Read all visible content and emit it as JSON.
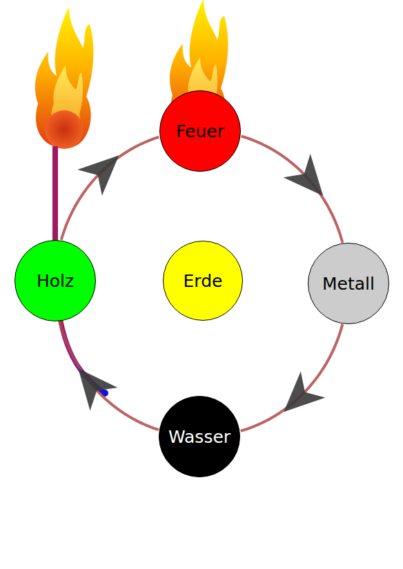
{
  "diagram": {
    "nodes": [
      {
        "text": [
          "Feuer"
        ]
      },
      {
        "text": [
          "Holz"
        ]
      },
      {
        "text": [
          "Erde"
        ]
      },
      {
        "text": [
          "Metall"
        ]
      },
      {
        "text": [
          "Wasser"
        ]
      }
    ],
    "edges": [
      {
        "from": 1,
        "to": 0,
        "arrow": "to"
      },
      {
        "from": 0,
        "to": 3,
        "arrow": "to"
      },
      {
        "from": 3,
        "to": 4,
        "arrow": "to"
      },
      {
        "from": 4,
        "to": 1,
        "arrow": "to"
      }
    ]
  }
}
